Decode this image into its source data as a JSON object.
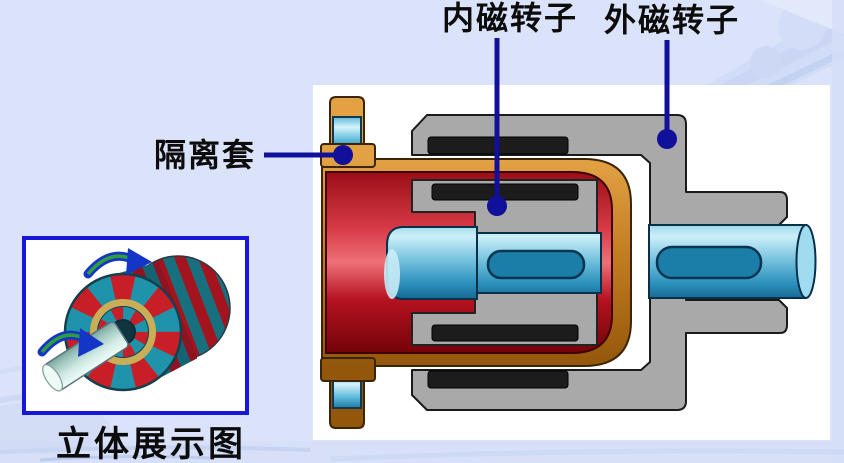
{
  "slide": {
    "title_area": "magnetic coupling cross-section diagram"
  },
  "labels": {
    "isolation_sleeve": "隔离套",
    "inner_magnetic_rotor": "内磁转子",
    "outer_magnetic_rotor": "外磁转子"
  },
  "inset": {
    "caption": "立体展示图"
  },
  "icons": {
    "rotation_arrow_top": "clockwise-rotation-arrow",
    "rotation_arrow_shaft": "clockwise-rotation-arrow"
  },
  "colors": {
    "background": "#dbe3fa",
    "panel_white": "#ffffff",
    "leader_navy": "#10109b",
    "inset_border_blue": "#1617d8",
    "housing_gray": "#a9a9a9",
    "magnet_black": "#1c1c1c",
    "sleeve_orange": "#c07a1e",
    "rotor_red": "#d63945",
    "shaft_blue": "#7cc6e0",
    "stripe_red": "#c81e28",
    "stripe_teal": "#1f93aa",
    "gold_ring": "#c9ae57",
    "arrow_blue": "#1336c6",
    "arrow_green": "#2f9e3f"
  }
}
